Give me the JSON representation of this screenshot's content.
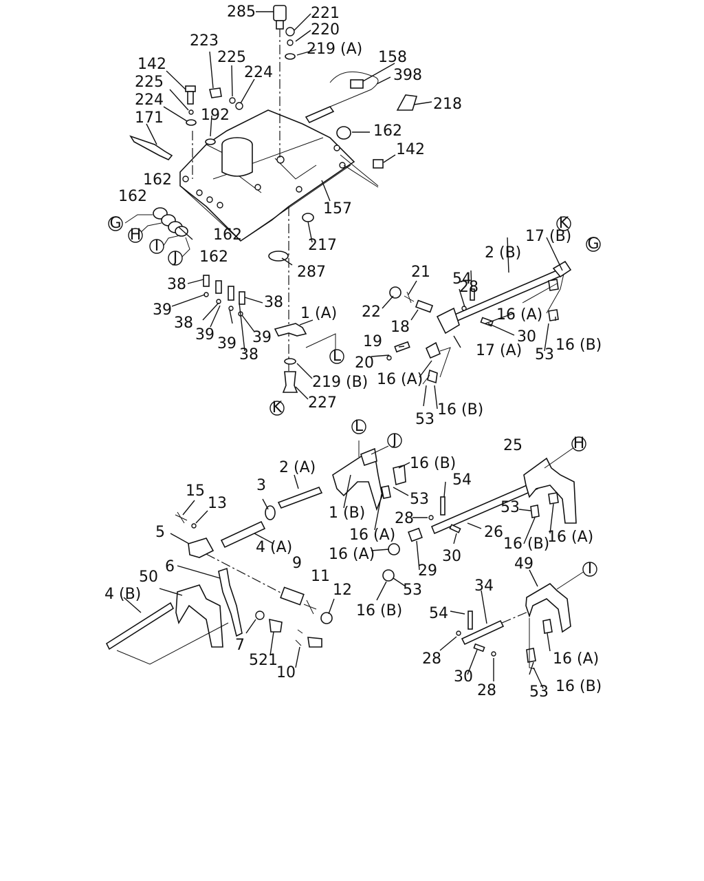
{
  "callouts": [
    "285",
    "221",
    "220",
    "219 (A)",
    "223",
    "225",
    "224",
    "158",
    "398",
    "142",
    "225",
    "224",
    "192",
    "218",
    "171",
    "162",
    "142",
    "162",
    "162",
    "157",
    "162",
    "217",
    "162",
    "287",
    "38",
    "38",
    "39",
    "38",
    "39",
    "39",
    "38",
    "39",
    "1 (A)",
    "219 (B)",
    "227",
    "17 (B)",
    "2 (B)",
    "54",
    "21",
    "28",
    "22",
    "18",
    "16 (A)",
    "19",
    "30",
    "16 (B)",
    "17 (A)",
    "20",
    "53",
    "16 (A)",
    "53",
    "16 (B)",
    "2 (A)",
    "16 (B)",
    "25",
    "3",
    "54",
    "53",
    "15",
    "13",
    "1 (B)",
    "53",
    "28",
    "5",
    "4 (A)",
    "16 (A)",
    "26",
    "16 (B)",
    "16 (A)",
    "16 (A)",
    "30",
    "6",
    "9",
    "11",
    "29",
    "49",
    "50",
    "12",
    "53",
    "34",
    "4 (B)",
    "16 (B)",
    "54",
    "7",
    "521",
    "16 (A)",
    "28",
    "10",
    "30",
    "28",
    "16 (B)",
    "53"
  ],
  "refs": [
    "G",
    "H",
    "I",
    "J",
    "K",
    "L",
    "L",
    "J",
    "H",
    "I",
    "K",
    "G"
  ]
}
